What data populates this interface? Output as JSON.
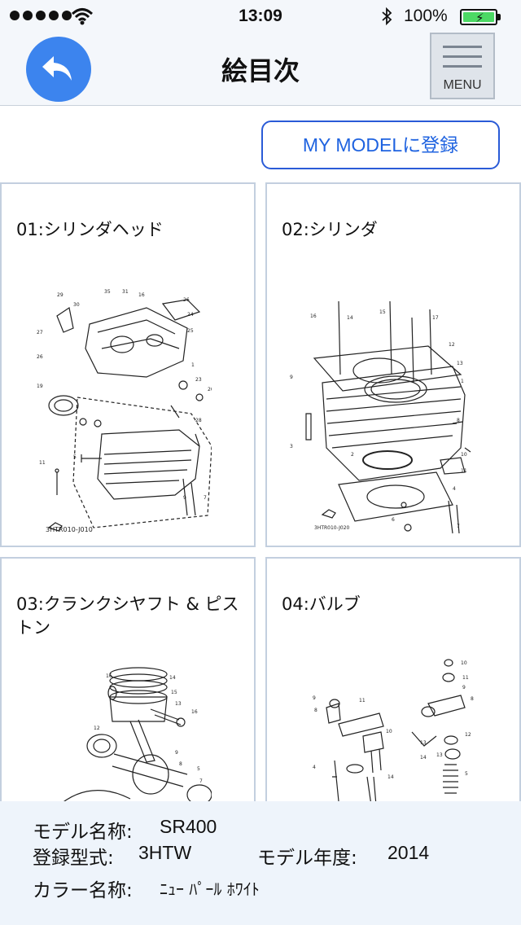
{
  "status_bar": {
    "time": "13:09",
    "battery_percent": "100%"
  },
  "nav": {
    "title": "絵目次",
    "menu_label": "MENU"
  },
  "register_button": "MY MODELに登録",
  "cards": [
    {
      "title": "01:シリンダヘッド",
      "code": "3HTR010-J010"
    },
    {
      "title": "02:シリンダ",
      "code": "3HTR010-J020"
    },
    {
      "title": "03:クランクシヤフト & ピストン"
    },
    {
      "title": "04:バルブ"
    }
  ],
  "model_info": {
    "name_label": "モデル名称:",
    "name_value": "SR400",
    "type_label": "登録型式:",
    "type_value": "3HTW",
    "year_label": "モデル年度:",
    "year_value": "2014",
    "color_label": "カラー名称:",
    "color_value": "ﾆｭｰ ﾊﾟｰﾙ ﾎﾜｲﾄ"
  },
  "colors": {
    "accent": "#3c84ee",
    "link": "#1f63e0",
    "bar_bg": "#f4f7fb",
    "panel_bg": "#eef4fb"
  }
}
